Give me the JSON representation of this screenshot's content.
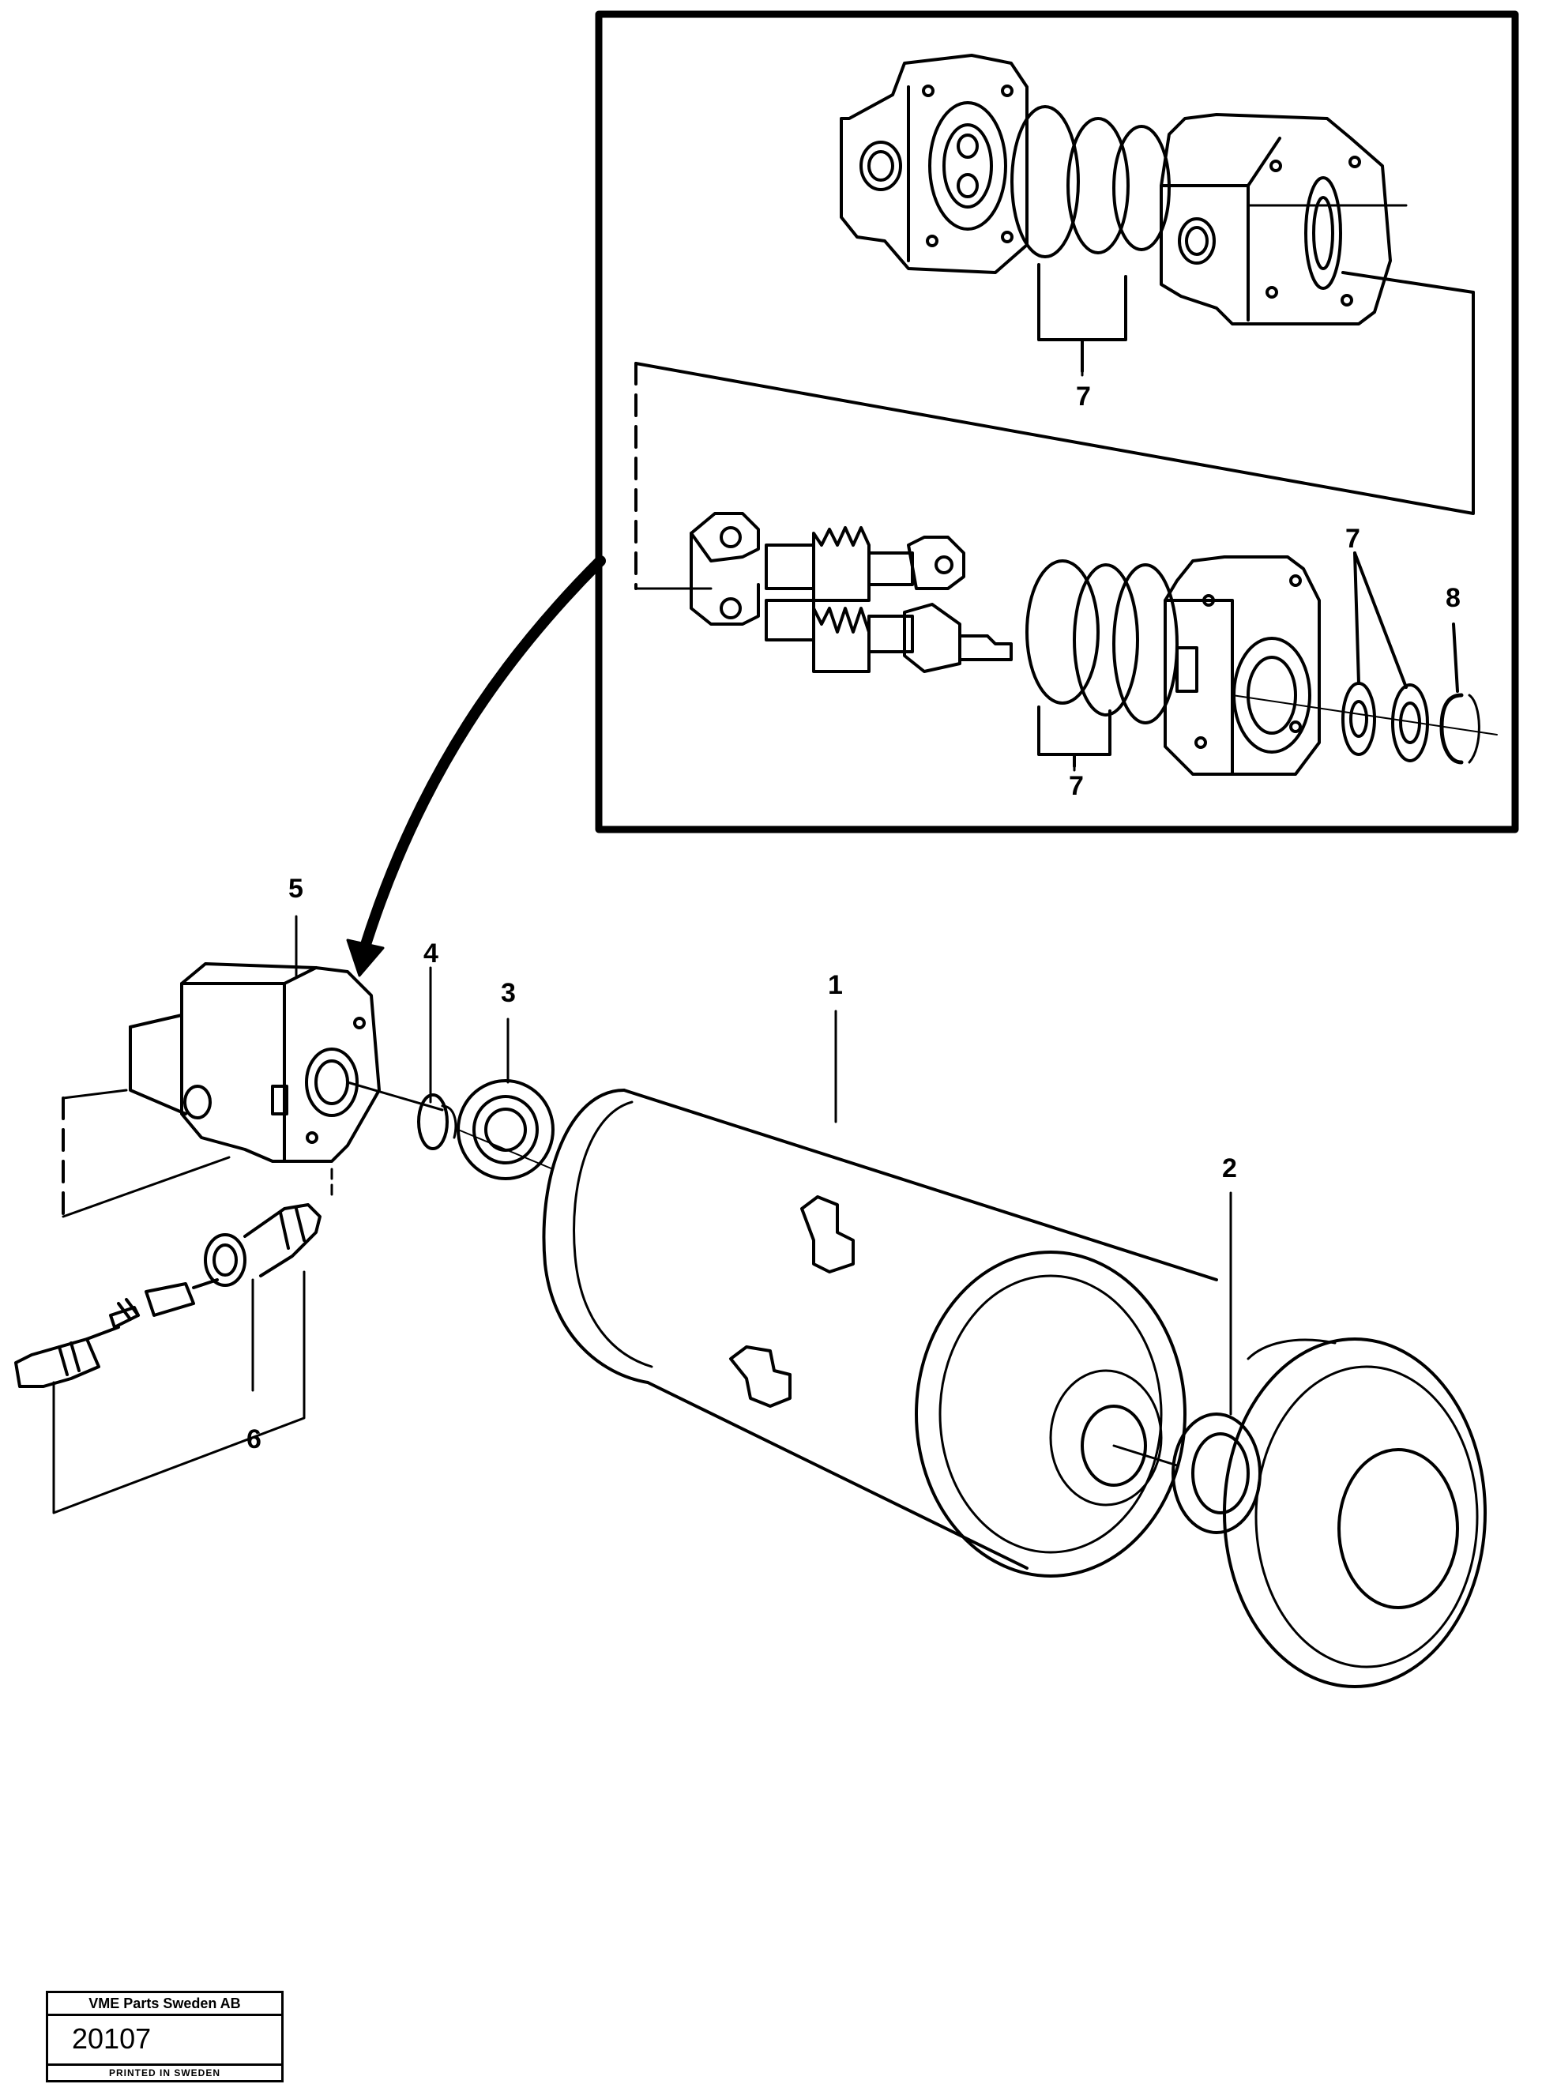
{
  "callouts": {
    "c1": "1",
    "c2": "2",
    "c3": "3",
    "c4": "4",
    "c5": "5",
    "c6": "6",
    "c7a": "7",
    "c7b": "7",
    "c7c": "7",
    "c8": "8"
  },
  "stamp": {
    "company": "VME Parts Sweden AB",
    "number": "20107",
    "printed": "PRINTED IN SWEDEN"
  },
  "parts": [
    {
      "ref": "1",
      "icon": "electric-motor-icon"
    },
    {
      "ref": "2",
      "icon": "bearing-icon"
    },
    {
      "ref": "3",
      "icon": "ball-bearing-icon"
    },
    {
      "ref": "4",
      "icon": "retaining-ring-icon"
    },
    {
      "ref": "5",
      "icon": "hydraulic-pump-icon"
    },
    {
      "ref": "6",
      "icon": "relief-valve-icon"
    },
    {
      "ref": "7",
      "icon": "seal-kit-icon"
    },
    {
      "ref": "8",
      "icon": "circlip-icon"
    }
  ]
}
